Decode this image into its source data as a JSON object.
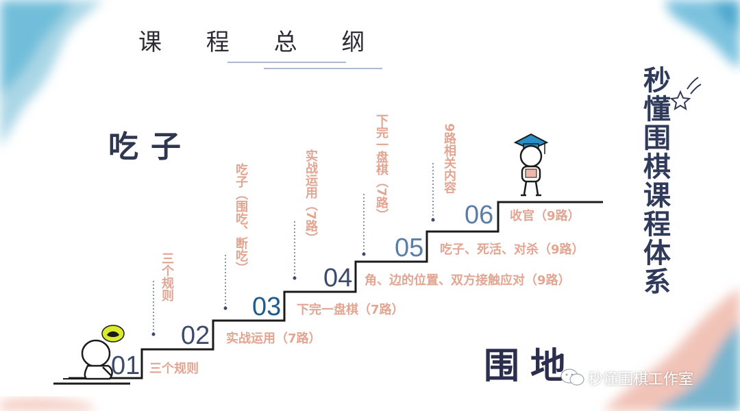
{
  "title": "课 程 总 纲",
  "side_title": "秒懂围棋课程体系",
  "sections": {
    "chizi": "吃子",
    "weidi": "围地"
  },
  "steps": [
    {
      "number": "01",
      "label": "三个规则",
      "vertical": "三个规则"
    },
    {
      "number": "02",
      "label": "实战运用（7路）",
      "vertical": "吃子（围吃、断吃）"
    },
    {
      "number": "03",
      "label": "下完一盘棋（7路）",
      "vertical": "实战运用（7路）"
    },
    {
      "number": "04",
      "label": "角、边的位置、双方接触应对（9路）",
      "vertical": "下完一盘棋（7路）"
    },
    {
      "number": "05",
      "label": "吃子、死活、对杀（9路）",
      "vertical": "9路相关内容"
    },
    {
      "number": "06",
      "label": "收官（9路）"
    }
  ],
  "watermark": "秒懂围棋工作室",
  "colors": {
    "accent_text": "#e2a592",
    "step_line": "#1a1a1a",
    "navy": "#2e3650",
    "blue": "#1f5b8c",
    "light_blue": "#5a7ea8",
    "watercolor_blue": "#5bb3d6",
    "watercolor_pink": "#efb8aa"
  }
}
